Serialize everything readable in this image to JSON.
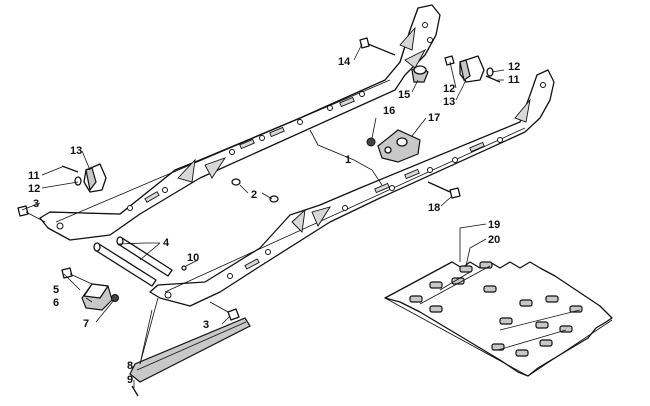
{
  "callouts": [
    {
      "id": "c1",
      "label": "1"
    },
    {
      "id": "c2",
      "label": "2"
    },
    {
      "id": "c3a",
      "label": "3"
    },
    {
      "id": "c3b",
      "label": "3"
    },
    {
      "id": "c4",
      "label": "4"
    },
    {
      "id": "c5",
      "label": "5"
    },
    {
      "id": "c6",
      "label": "6"
    },
    {
      "id": "c7",
      "label": "7"
    },
    {
      "id": "c8",
      "label": "8"
    },
    {
      "id": "c9",
      "label": "9"
    },
    {
      "id": "c10",
      "label": "10"
    },
    {
      "id": "c11a",
      "label": "11"
    },
    {
      "id": "c11b",
      "label": "11"
    },
    {
      "id": "c12a",
      "label": "12"
    },
    {
      "id": "c12b",
      "label": "12"
    },
    {
      "id": "c12c",
      "label": "12"
    },
    {
      "id": "c13a",
      "label": "13"
    },
    {
      "id": "c13b",
      "label": "13"
    },
    {
      "id": "c14",
      "label": "14"
    },
    {
      "id": "c15",
      "label": "15"
    },
    {
      "id": "c16",
      "label": "16"
    },
    {
      "id": "c17",
      "label": "17"
    },
    {
      "id": "c18",
      "label": "18"
    },
    {
      "id": "c19",
      "label": "19"
    },
    {
      "id": "c20",
      "label": "20"
    }
  ],
  "colors": {
    "line": "#111111",
    "background": "#ffffff",
    "fill_gray": "#c8c8c8"
  }
}
